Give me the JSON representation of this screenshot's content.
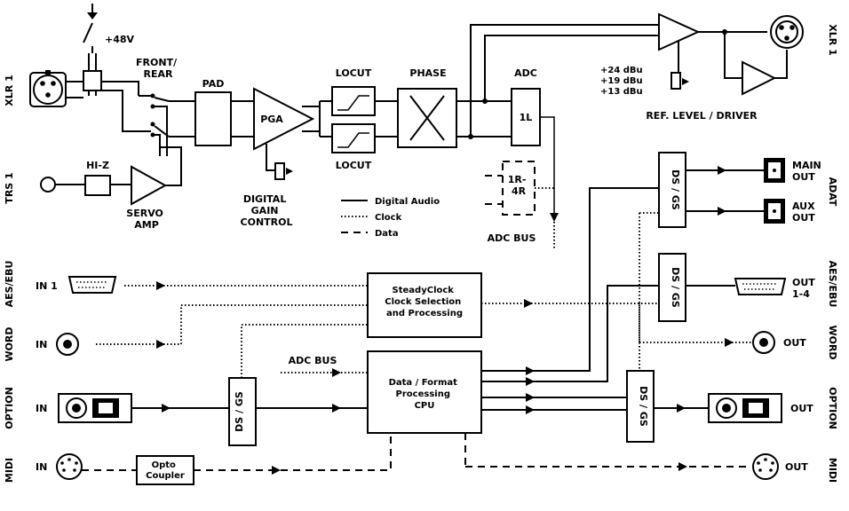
{
  "inputs": {
    "xlr": "XLR 1",
    "trs": "TRS 1",
    "aes": "AES/EBU",
    "aes_in": "IN 1",
    "word": "WORD",
    "option": "OPTION",
    "midi": "MIDI",
    "in": "IN"
  },
  "outputs": {
    "xlr": "XLR 1",
    "adat": "ADAT",
    "aes": "AES/EBU",
    "word": "WORD",
    "option": "OPTION",
    "midi": "MIDI",
    "out": "OUT"
  },
  "blocks": {
    "phantom": "+48V",
    "front_rear": [
      "FRONT/",
      "REAR"
    ],
    "hiz": "HI-Z",
    "servo_amp": [
      "SERVO",
      "AMP"
    ],
    "pad": "PAD",
    "pga": "PGA",
    "digital_gain": [
      "DIGITAL",
      "GAIN",
      "CONTROL"
    ],
    "locut": "LOCUT",
    "phase": "PHASE",
    "adc": "ADC",
    "adc_1l": "1L",
    "adc_1r4r": [
      "1R-",
      "4R"
    ],
    "adc_bus": "ADC BUS",
    "ref_levels": [
      "+24 dBu",
      "+19 dBu",
      "+13 dBu"
    ],
    "ref_level_driver": "REF. LEVEL / DRIVER",
    "dsgs": "DS / GS",
    "main_out": [
      "MAIN",
      "OUT"
    ],
    "aux_out": [
      "AUX",
      "OUT"
    ],
    "aes_out": [
      "OUT",
      "1-4"
    ],
    "steadyclock": [
      "SteadyClock",
      "Clock Selection",
      "and Processing"
    ],
    "cpu": [
      "Data / Format",
      "Processing",
      "CPU"
    ],
    "opto": [
      "Opto",
      "Coupler"
    ]
  },
  "legend": {
    "digital_audio": "Digital Audio",
    "clock": "Clock",
    "data": "Data"
  }
}
